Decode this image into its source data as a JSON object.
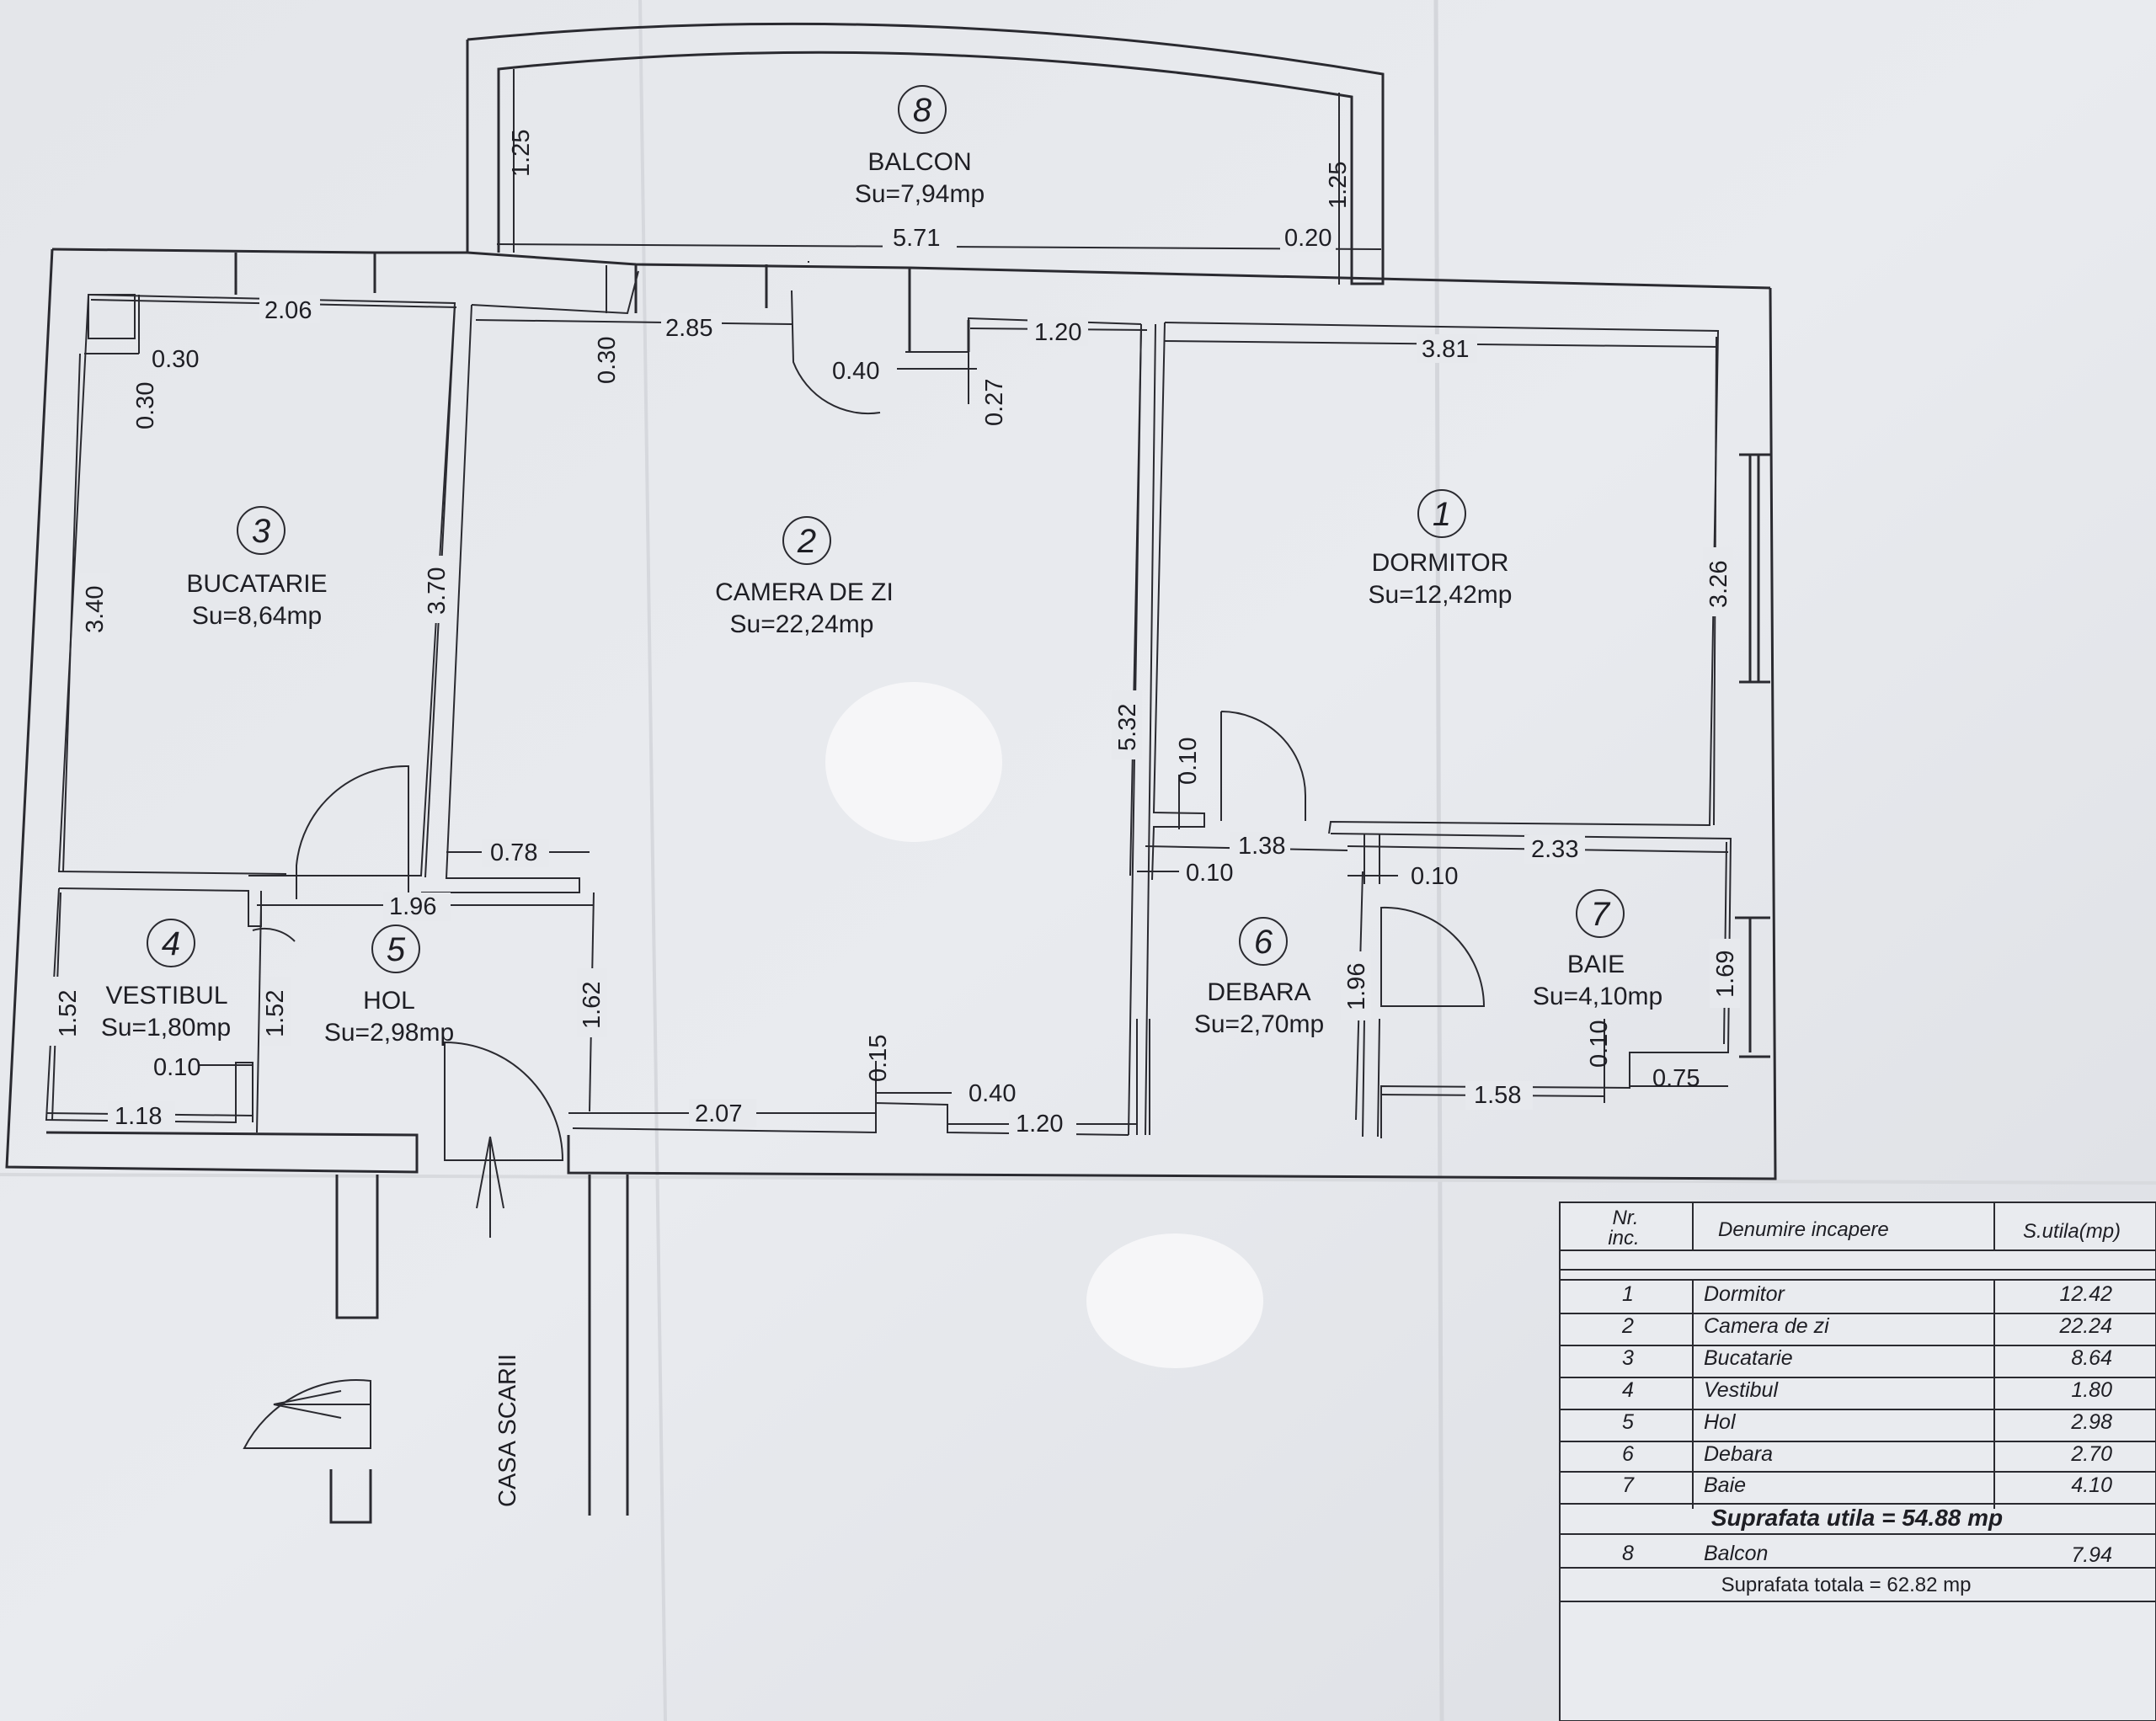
{
  "balcony": {
    "number": "8",
    "name": "BALCON",
    "area": "Su=7,94mp"
  },
  "rooms": [
    {
      "number": "1",
      "name": "DORMITOR",
      "area": "Su=12,42mp"
    },
    {
      "number": "2",
      "name": "CAMERA DE ZI",
      "area": "Su=22,24mp"
    },
    {
      "number": "3",
      "name": "BUCATARIE",
      "area": "Su=8,64mp"
    },
    {
      "number": "4",
      "name": "VESTIBUL",
      "area": "Su=1,80mp"
    },
    {
      "number": "5",
      "name": "HOL",
      "area": "Su=2,98mp"
    },
    {
      "number": "6",
      "name": "DEBARA",
      "area": "Su=2,70mp"
    },
    {
      "number": "7",
      "name": "BAIE",
      "area": "Su=4,10mp"
    }
  ],
  "stair_label": "CASA SCARII",
  "dims": {
    "balcony_left": "1.25",
    "balcony_right": "1.25",
    "balcony_width": "5.71",
    "balcony_edge": "0.20",
    "kitchen_width": "2.06",
    "kitchen_notch_w": "0.30",
    "kitchen_notch_h": "0.30",
    "kitchen_height": "3.40",
    "kitchen_right": "3.70",
    "living_wall": "0.30",
    "living_top": "2.85",
    "door_recess": "0.40",
    "recess_depth": "0.27",
    "living_top_right": "1.20",
    "bedroom_width": "3.81",
    "bedroom_height": "3.26",
    "living_height": "5.32",
    "debara_wall": "0.10",
    "debara_width": "1.38",
    "bath_width": "2.33",
    "wall_010_a": "0.10",
    "wall_010_b": "0.10",
    "hall_wall": "0.78",
    "hall_width": "1.96",
    "vest_left": "1.52",
    "vest_right": "1.52",
    "vest_wall": "0.10",
    "vest_width": "1.18",
    "living_lower": "1.62",
    "living_bottom": "2.07",
    "bottom_notch": "0.15",
    "bottom_recess": "0.40",
    "living_bottom_right": "1.20",
    "debara_height": "1.96",
    "bath_height": "1.69",
    "bath_wall": "0.10",
    "bath_bottom": "1.58",
    "bath_small": "0.75"
  },
  "table": {
    "col_nr": "Nr.",
    "col_inc": "inc.",
    "col_name": "Denumire incapere",
    "col_area": "S.utila(mp)",
    "rows": [
      {
        "nr": "1",
        "name": "Dormitor",
        "area": "12.42"
      },
      {
        "nr": "2",
        "name": "Camera de zi",
        "area": "22.24"
      },
      {
        "nr": "3",
        "name": "Bucatarie",
        "area": "8.64"
      },
      {
        "nr": "4",
        "name": "Vestibul",
        "area": "1.80"
      },
      {
        "nr": "5",
        "name": "Hol",
        "area": "2.98"
      },
      {
        "nr": "6",
        "name": "Debara",
        "area": "2.70"
      },
      {
        "nr": "7",
        "name": "Baie",
        "area": "4.10"
      }
    ],
    "useful_total": "Suprafata utila = 54.88 mp",
    "balcony_row": {
      "nr": "8",
      "name": "Balcon",
      "area": "7.94"
    },
    "grand_total": "Suprafata totala = 62.82 mp"
  }
}
